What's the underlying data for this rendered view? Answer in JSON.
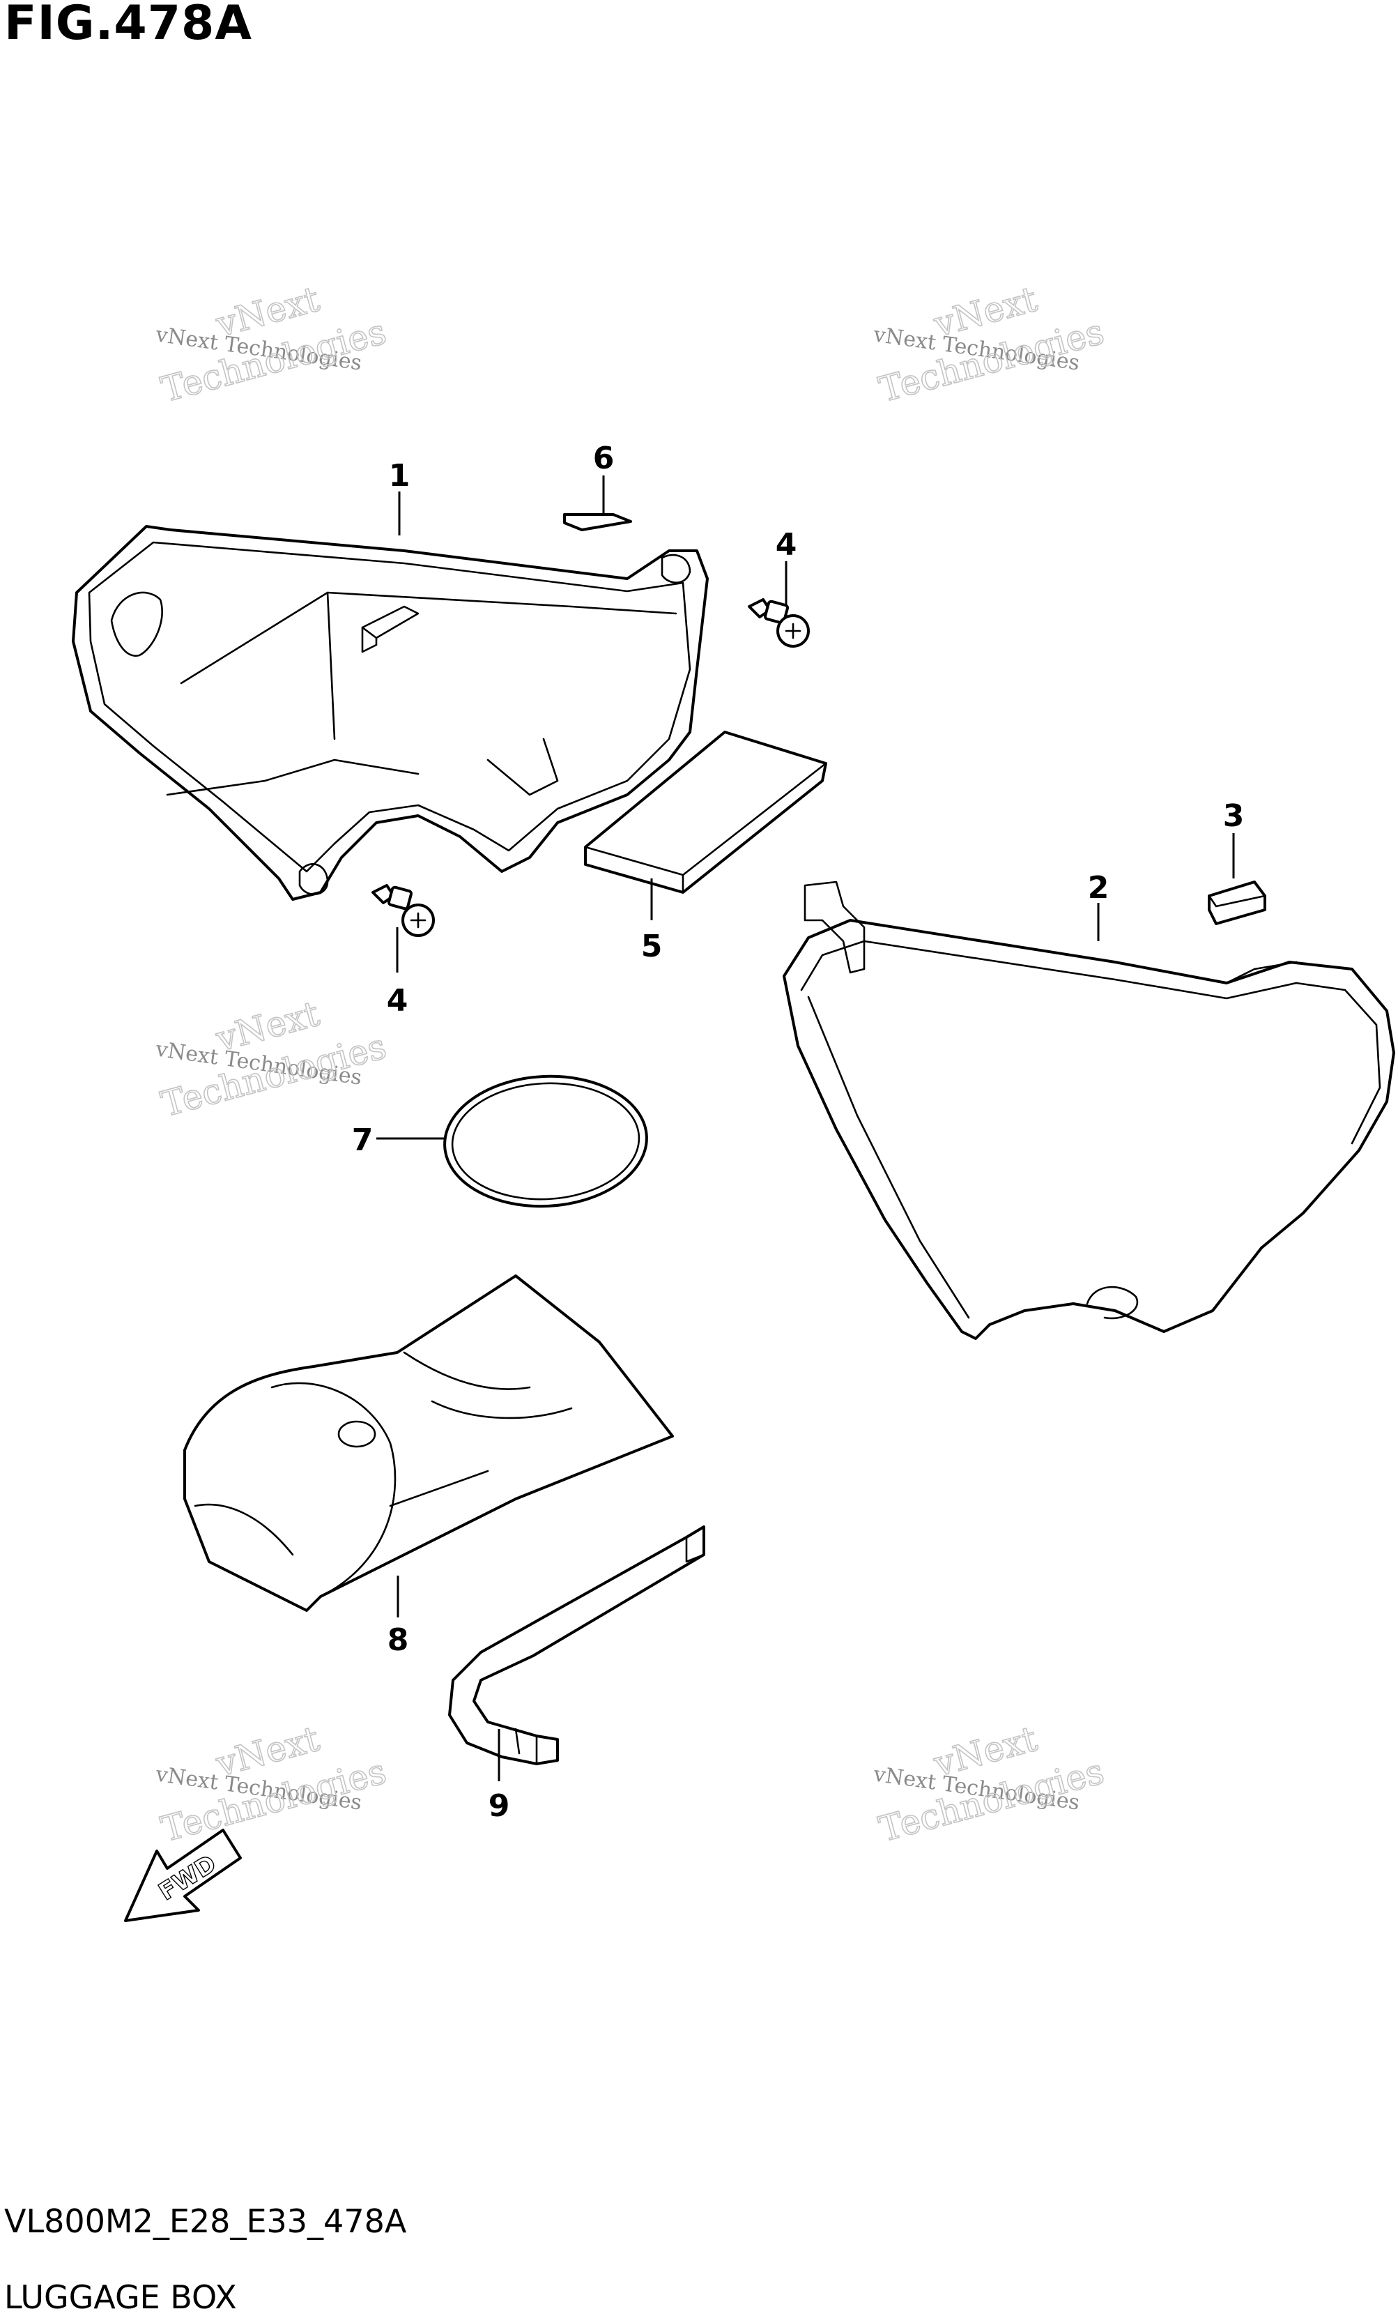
{
  "figure": {
    "title": "FIG.478A",
    "model_code": "VL800M2_E28_E33_478A",
    "section_name": "LUGGAGE BOX"
  },
  "callouts": {
    "c1": "1",
    "c2": "2",
    "c3": "3",
    "c4a": "4",
    "c4b": "4",
    "c5": "5",
    "c6": "6",
    "c7": "7",
    "c8": "8",
    "c9": "9"
  },
  "direction_arrow": {
    "label": "FWD",
    "icon": "fwd-arrow-icon"
  },
  "watermark": {
    "line1": "vNext Technologies",
    "line2": "vNext",
    "line3": "Technologies"
  }
}
